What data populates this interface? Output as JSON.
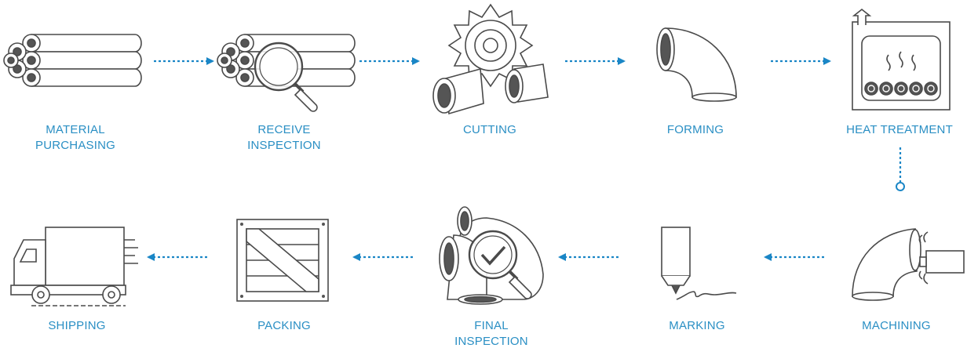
{
  "diagram": {
    "accent_color": "#1a86c6",
    "label_color": "#2a8fc4",
    "line_color": "#4a4a4a",
    "steps": [
      {
        "id": "material-purchasing",
        "icon": "pipe-bundle-icon",
        "label_line1": "MATERIAL",
        "label_line2": "PURCHASING"
      },
      {
        "id": "receive-inspection",
        "icon": "magnifier-pipes-icon",
        "label_line1": "RECEIVE",
        "label_line2": "INSPECTION"
      },
      {
        "id": "cutting",
        "icon": "saw-blade-icon",
        "label_line1": "CUTTING",
        "label_line2": ""
      },
      {
        "id": "forming",
        "icon": "elbow-pipe-icon",
        "label_line1": "FORMING",
        "label_line2": ""
      },
      {
        "id": "heat-treatment",
        "icon": "furnace-icon",
        "label_line1": "HEAT TREATMENT",
        "label_line2": ""
      },
      {
        "id": "machining",
        "icon": "machining-elbow-icon",
        "label_line1": "MACHINING",
        "label_line2": ""
      },
      {
        "id": "marking",
        "icon": "marker-pen-icon",
        "label_line1": "MARKING",
        "label_line2": ""
      },
      {
        "id": "final-inspection",
        "icon": "checkmark-magnifier-icon",
        "label_line1": "FINAL",
        "label_line2": "INSPECTION"
      },
      {
        "id": "packing",
        "icon": "wooden-crate-icon",
        "label_line1": "PACKING",
        "label_line2": ""
      },
      {
        "id": "shipping",
        "icon": "truck-icon",
        "label_line1": "SHIPPING",
        "label_line2": ""
      }
    ]
  }
}
